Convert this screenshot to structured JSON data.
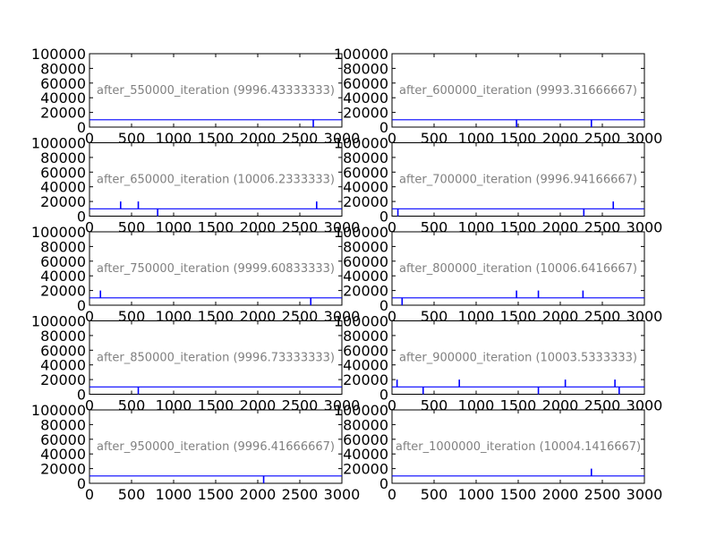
{
  "colors": {
    "line": "#0000ff",
    "annotation": "#808080",
    "axes": "#000000",
    "background": "#ffffff"
  },
  "chart_data": [
    {
      "type": "line",
      "title": "after_550000_iteration (9996.43333333)",
      "xlim": [
        0,
        3000
      ],
      "ylim": [
        0,
        100000
      ],
      "xticks": [
        "0",
        "500",
        "1000",
        "1500",
        "2000",
        "2500",
        "3000"
      ],
      "yticks": [
        "0",
        "20000",
        "40000",
        "60000",
        "80000",
        "100000"
      ],
      "baseline": 10000,
      "spikes": [
        [
          2660,
          0
        ]
      ]
    },
    {
      "type": "line",
      "title": "after_600000_iteration (9993.31666667)",
      "xlim": [
        0,
        3000
      ],
      "ylim": [
        0,
        100000
      ],
      "xticks": [
        "0",
        "500",
        "1000",
        "1500",
        "2000",
        "2500",
        "3000"
      ],
      "yticks": [
        "0",
        "20000",
        "40000",
        "60000",
        "80000",
        "100000"
      ],
      "baseline": 10000,
      "spikes": [
        [
          1480,
          0
        ],
        [
          2370,
          0
        ]
      ]
    },
    {
      "type": "line",
      "title": "after_650000_iteration (10006.2333333)",
      "xlim": [
        0,
        3000
      ],
      "ylim": [
        0,
        100000
      ],
      "xticks": [
        "0",
        "500",
        "1000",
        "1500",
        "2000",
        "2500",
        "3000"
      ],
      "yticks": [
        "0",
        "20000",
        "40000",
        "60000",
        "80000",
        "100000"
      ],
      "baseline": 10000,
      "spikes": [
        [
          370,
          20000
        ],
        [
          580,
          20000
        ],
        [
          810,
          0
        ],
        [
          2700,
          20000
        ]
      ]
    },
    {
      "type": "line",
      "title": "after_700000_iteration (9996.94166667)",
      "xlim": [
        0,
        3000
      ],
      "ylim": [
        0,
        100000
      ],
      "xticks": [
        "0",
        "500",
        "1000",
        "1500",
        "2000",
        "2500",
        "3000"
      ],
      "yticks": [
        "0",
        "20000",
        "40000",
        "60000",
        "80000",
        "100000"
      ],
      "baseline": 10000,
      "spikes": [
        [
          70,
          0
        ],
        [
          2280,
          0
        ],
        [
          2630,
          20000
        ]
      ]
    },
    {
      "type": "line",
      "title": "after_750000_iteration (9999.60833333)",
      "xlim": [
        0,
        3000
      ],
      "ylim": [
        0,
        100000
      ],
      "xticks": [
        "0",
        "500",
        "1000",
        "1500",
        "2000",
        "2500",
        "3000"
      ],
      "yticks": [
        "0",
        "20000",
        "40000",
        "60000",
        "80000",
        "100000"
      ],
      "baseline": 10000,
      "spikes": [
        [
          130,
          20000
        ],
        [
          2630,
          0
        ]
      ]
    },
    {
      "type": "line",
      "title": "after_800000_iteration (10006.6416667)",
      "xlim": [
        0,
        3000
      ],
      "ylim": [
        0,
        100000
      ],
      "xticks": [
        "0",
        "500",
        "1000",
        "1500",
        "2000",
        "2500",
        "3000"
      ],
      "yticks": [
        "0",
        "20000",
        "40000",
        "60000",
        "80000",
        "100000"
      ],
      "baseline": 10000,
      "spikes": [
        [
          120,
          0
        ],
        [
          1480,
          20000
        ],
        [
          1740,
          20000
        ],
        [
          2270,
          20000
        ]
      ]
    },
    {
      "type": "line",
      "title": "after_850000_iteration (9996.73333333)",
      "xlim": [
        0,
        3000
      ],
      "ylim": [
        0,
        100000
      ],
      "xticks": [
        "0",
        "500",
        "1000",
        "1500",
        "2000",
        "2500",
        "3000"
      ],
      "yticks": [
        "0",
        "20000",
        "40000",
        "60000",
        "80000",
        "100000"
      ],
      "baseline": 10000,
      "spikes": [
        [
          580,
          0
        ]
      ]
    },
    {
      "type": "line",
      "title": "after_900000_iteration (10003.5333333)",
      "xlim": [
        0,
        3000
      ],
      "ylim": [
        0,
        100000
      ],
      "xticks": [
        "0",
        "500",
        "1000",
        "1500",
        "2000",
        "2500",
        "3000"
      ],
      "yticks": [
        "0",
        "20000",
        "40000",
        "60000",
        "80000",
        "100000"
      ],
      "baseline": 10000,
      "spikes": [
        [
          60,
          20000
        ],
        [
          370,
          0
        ],
        [
          800,
          20000
        ],
        [
          1740,
          0
        ],
        [
          2060,
          20000
        ],
        [
          2650,
          20000
        ],
        [
          2700,
          0
        ]
      ]
    },
    {
      "type": "line",
      "title": "after_950000_iteration (9996.41666667)",
      "xlim": [
        0,
        3000
      ],
      "ylim": [
        0,
        100000
      ],
      "xticks": [
        "0",
        "500",
        "1000",
        "1500",
        "2000",
        "2500",
        "3000"
      ],
      "yticks": [
        "0",
        "20000",
        "40000",
        "60000",
        "80000",
        "100000"
      ],
      "baseline": 10000,
      "spikes": [
        [
          2070,
          0
        ]
      ]
    },
    {
      "type": "line",
      "title": "after_1000000_iteration (10004.1416667)",
      "xlim": [
        0,
        3000
      ],
      "ylim": [
        0,
        100000
      ],
      "xticks": [
        "0",
        "500",
        "1000",
        "1500",
        "2000",
        "2500",
        "3000"
      ],
      "yticks": [
        "0",
        "20000",
        "40000",
        "60000",
        "80000",
        "100000"
      ],
      "baseline": 10000,
      "spikes": [
        [
          2370,
          20000
        ]
      ]
    }
  ]
}
